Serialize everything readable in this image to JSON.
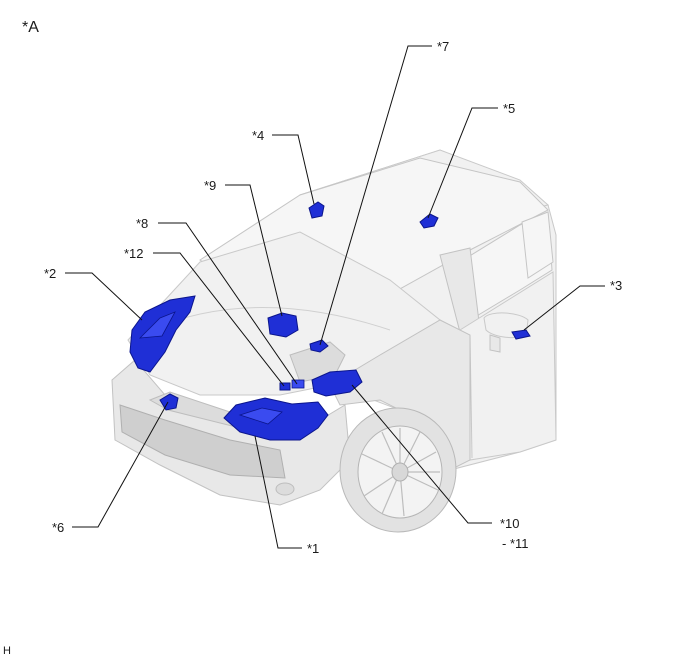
{
  "figure": {
    "view_label": "*A",
    "code": "H"
  },
  "callouts": [
    {
      "id": "c1",
      "text": "*1"
    },
    {
      "id": "c2",
      "text": "*2"
    },
    {
      "id": "c3",
      "text": "*3"
    },
    {
      "id": "c4",
      "text": "*4"
    },
    {
      "id": "c5",
      "text": "*5"
    },
    {
      "id": "c6",
      "text": "*6"
    },
    {
      "id": "c7",
      "text": "*7"
    },
    {
      "id": "c8",
      "text": "*8"
    },
    {
      "id": "c9",
      "text": "*9"
    },
    {
      "id": "c10",
      "text": "*10"
    },
    {
      "id": "c11",
      "text": "- *11"
    },
    {
      "id": "c12",
      "text": "*12"
    }
  ],
  "colors": {
    "highlight": "#1f2fd6",
    "body": "#f1f1f1",
    "leader": "#111111"
  }
}
